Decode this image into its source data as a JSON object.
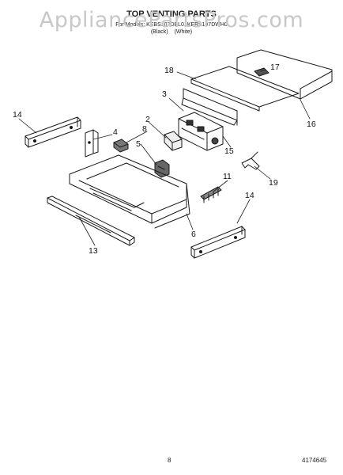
{
  "watermark": "AppliancePartsPros.com",
  "header": {
    "title": "TOP VENTING PARTS",
    "models": "For Models: KEBS107DBL0, KEBS107DWH0",
    "colors": [
      "(Black)",
      "(White)"
    ]
  },
  "callouts": {
    "c2": "2",
    "c3": "3",
    "c4": "4",
    "c5": "5",
    "c6": "6",
    "c8": "8",
    "c11": "11",
    "c13": "13",
    "c14a": "14",
    "c14b": "14",
    "c15": "15",
    "c16": "16",
    "c17": "17",
    "c18": "18",
    "c19": "19"
  },
  "footer": {
    "page": "8",
    "part_number": "4174645"
  }
}
